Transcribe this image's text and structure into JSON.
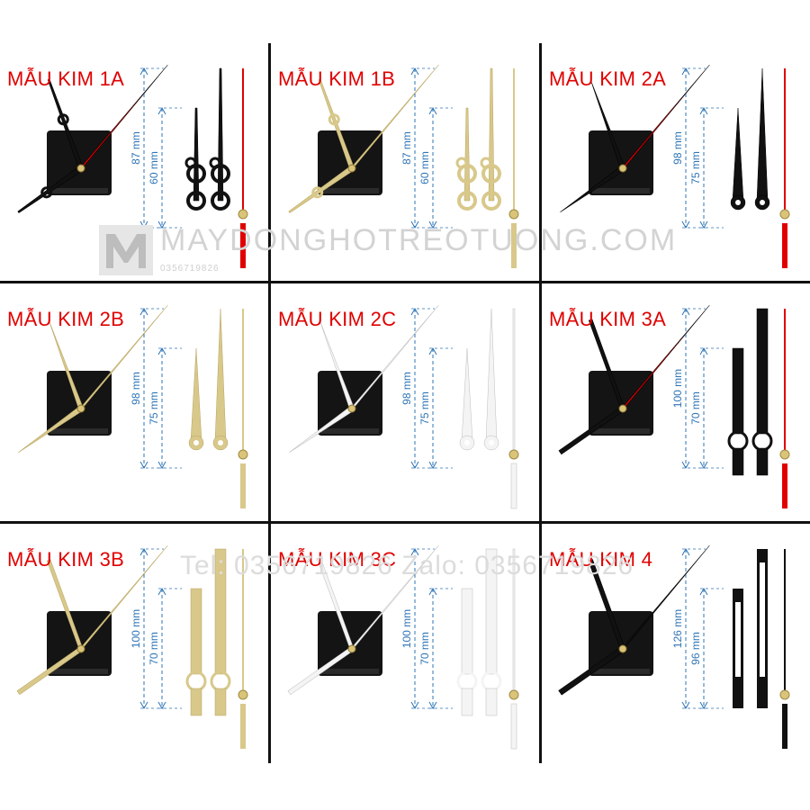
{
  "colors": {
    "label": "#e00000",
    "dimension": "#2e74b5",
    "gold": "#d8c88a",
    "black": "#111111",
    "red": "#e00000",
    "white_hand": "#f4f4f4",
    "grid_line": "#111111"
  },
  "watermark": {
    "site": "MAYDONGHOTREOTUONG.COM",
    "phone": "0356719826",
    "contact": "Tel: 0356719826   Zalo: 0356719826"
  },
  "cells": [
    {
      "label": "MẪU KIM 1A",
      "long": "87 mm",
      "short": "60 mm",
      "hand_color": "black",
      "style": "ornate",
      "second": "red"
    },
    {
      "label": "MẪU KIM 1B",
      "long": "87 mm",
      "short": "60 mm",
      "hand_color": "gold",
      "style": "ornate",
      "second": "gold"
    },
    {
      "label": "MẪU KIM 2A",
      "long": "98 mm",
      "short": "75 mm",
      "hand_color": "black",
      "style": "spade",
      "second": "red"
    },
    {
      "label": "MẪU KIM 2B",
      "long": "98 mm",
      "short": "75 mm",
      "hand_color": "gold",
      "style": "spade",
      "second": "gold"
    },
    {
      "label": "MẪU KIM 2C",
      "long": "98 mm",
      "short": "75 mm",
      "hand_color": "white",
      "style": "spade",
      "second": "white"
    },
    {
      "label": "MẪU KIM 3A",
      "long": "100 mm",
      "short": "70 mm",
      "hand_color": "black",
      "style": "baton",
      "second": "red"
    },
    {
      "label": "MẪU KIM 3B",
      "long": "100 mm",
      "short": "70 mm",
      "hand_color": "gold",
      "style": "baton",
      "second": "gold"
    },
    {
      "label": "MẪU KIM 3C",
      "long": "100 mm",
      "short": "70 mm",
      "hand_color": "white",
      "style": "baton",
      "second": "white"
    },
    {
      "label": "MẪU KIM 4",
      "long": "126 mm",
      "short": "96 mm",
      "hand_color": "black",
      "style": "skeleton",
      "second": "black"
    }
  ]
}
